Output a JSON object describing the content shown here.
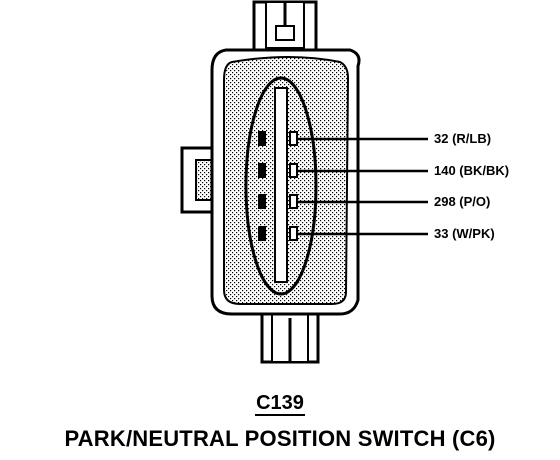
{
  "connector": {
    "id": "C139",
    "name": "PARK/NEUTRAL POSITION SWITCH (C6)"
  },
  "pins": [
    {
      "label": "32 (R/LB)"
    },
    {
      "label": "140 (BK/BK)"
    },
    {
      "label": "298 (P/O)"
    },
    {
      "label": "33 (W/PK)"
    }
  ],
  "colors": {
    "line": "#000000",
    "fill": "#ffffff",
    "stipple": "#000000"
  }
}
